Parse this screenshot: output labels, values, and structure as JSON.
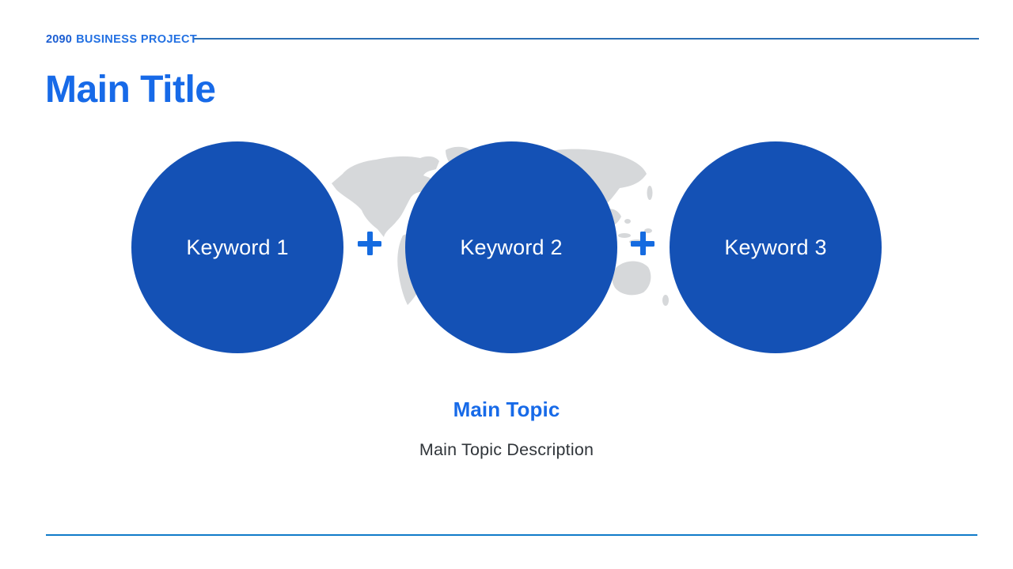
{
  "header": {
    "number": "2090",
    "label": "BUSINESS PROJECT"
  },
  "title": "Main Title",
  "keywords": [
    {
      "label": "Keyword 1"
    },
    {
      "label": "Keyword 2"
    },
    {
      "label": "Keyword 3"
    }
  ],
  "plus_symbol": "+",
  "topic": {
    "heading": "Main Topic",
    "description": "Main Topic Description"
  },
  "colors": {
    "circle_blue": "#1451b5",
    "accent_blue": "#176ae8",
    "plus_blue": "#156be0",
    "header_rule_blue": "#2b6fb5",
    "footer_rule_blue": "#0f7ac9",
    "map_gray": "#d6d8da",
    "description_gray": "#30353a"
  }
}
